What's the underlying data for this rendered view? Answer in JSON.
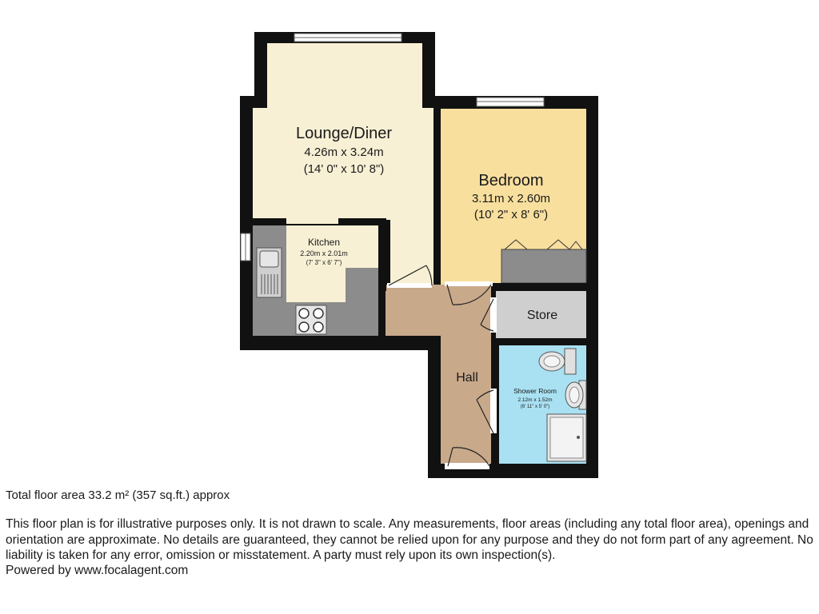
{
  "rooms": {
    "lounge": {
      "name": "Lounge/Diner",
      "metric": "4.26m x 3.24m",
      "imperial": "(14' 0\" x 10' 8\")"
    },
    "bedroom": {
      "name": "Bedroom",
      "metric": "3.11m x 2.60m",
      "imperial": "(10' 2\" x 8' 6\")"
    },
    "kitchen": {
      "name": "Kitchen",
      "metric": "2.20m x 2.01m",
      "imperial": "(7' 3\" x 6' 7\")"
    },
    "store": {
      "name": "Store"
    },
    "hall": {
      "name": "Hall"
    },
    "shower": {
      "name": "Shower Room",
      "metric": "2.12m x 1.52m",
      "imperial": "(6' 11\" x 5' 0\")"
    }
  },
  "colors": {
    "wall": "#111111",
    "lounge": "#f7f0d5",
    "bedroom": "#f8df9d",
    "kitchen_counter": "#8c8c8c",
    "hall": "#c8a98a",
    "store": "#cfcfcf",
    "shower": "#a9e1f2",
    "wardrobe": "#8c8c8c"
  },
  "footer": {
    "total_area": "Total floor area 33.2 m² (357 sq.ft.) approx",
    "disclaimer": "This floor plan is for illustrative purposes only. It is not drawn to scale. Any measurements, floor areas (including any total floor area), openings and orientation are approximate. No details are guaranteed, they cannot be relied upon for any purpose and they do not form part of any agreement. No liability is taken for any error, omission or misstatement. A party must rely upon its own inspection(s).",
    "powered": "Powered by www.focalagent.com"
  }
}
